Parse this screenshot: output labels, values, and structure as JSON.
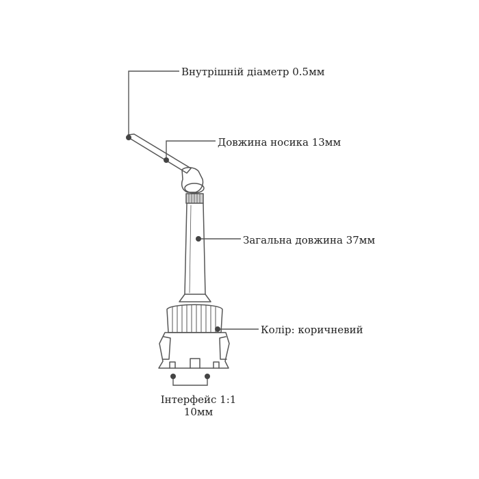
{
  "labels": {
    "inner_diameter": "Внутрішній діаметр 0.5мм",
    "nozzle_length": "Довжина носика 13мм",
    "total_length": "Загальна довжина 37мм",
    "color": "Колір: коричневий",
    "interface_line1": "Інтерфейс 1:1",
    "interface_line2": "10мм"
  },
  "colors": {
    "line": "#555555",
    "dot": "#444444",
    "text": "#222222"
  }
}
